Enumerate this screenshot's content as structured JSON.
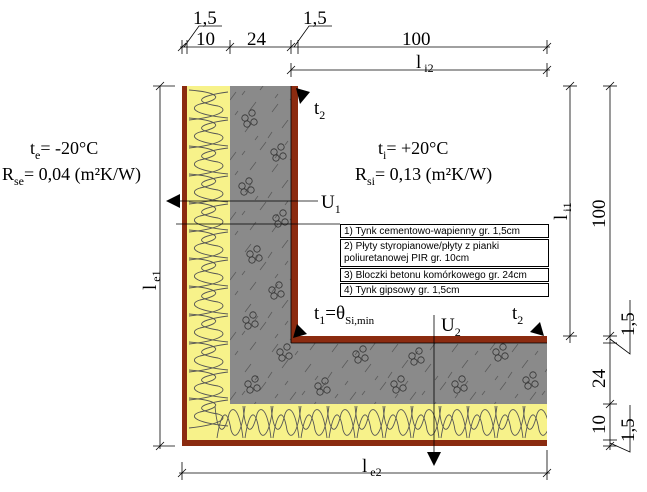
{
  "dimensions": {
    "top_outer_plaster": "1,5",
    "top_insulation": "10",
    "top_block": "24",
    "top_inner_plaster": "1,5",
    "top_inner_length": "100",
    "right_inner_length": "100",
    "right_inner_plaster": "1,5",
    "right_block": "24",
    "right_insulation": "10",
    "right_outer_plaster": "1,5"
  },
  "lengths": {
    "li2": {
      "main": "l",
      "sub": "i2"
    },
    "li1": {
      "main": "l",
      "sub": "i1"
    },
    "le1": {
      "main": "l",
      "sub": "e1"
    },
    "le2": {
      "main": "l",
      "sub": "e2"
    }
  },
  "exterior": {
    "temp_symbol": "t",
    "temp_sub": "e",
    "temp_value": "= -20°C",
    "resistance_symbol": "R",
    "resistance_sub": "se",
    "resistance_value": "= 0,04 (m²K/W)"
  },
  "interior": {
    "temp_symbol": "t",
    "temp_sub": "i",
    "temp_value": "= +20°C",
    "resistance_symbol": "R",
    "resistance_sub": "si",
    "resistance_value": "= 0,13 (m²K/W)"
  },
  "flows": {
    "u1": {
      "main": "U",
      "sub": "1"
    },
    "u2": {
      "main": "U",
      "sub": "2"
    }
  },
  "points": {
    "t2_top": {
      "main": "t",
      "sub": "2"
    },
    "t2_right": {
      "main": "t",
      "sub": "2"
    },
    "t1": {
      "main": "t",
      "sub": "1",
      "equals": "=θ",
      "theta_sub": "Si,min"
    }
  },
  "legend": [
    {
      "lines": [
        "1) Tynk cementowo-wapienny gr. 1,5cm"
      ]
    },
    {
      "lines": [
        "2) Płyty styropianowe/płyty z pianki",
        "poliuretanowej PIR gr. 10cm"
      ]
    },
    {
      "lines": [
        "3) Bloczki betonu komórkowego gr. 24cm"
      ]
    },
    {
      "lines": [
        "4) Tynk gipsowy gr. 1,5cm"
      ]
    }
  ],
  "colors": {
    "plaster": "#8b2b10",
    "insulation": "#f7f28a",
    "insulation_curve": "#555555",
    "block": "#8a8a8a",
    "block_hatch": "#5a5a5a"
  }
}
